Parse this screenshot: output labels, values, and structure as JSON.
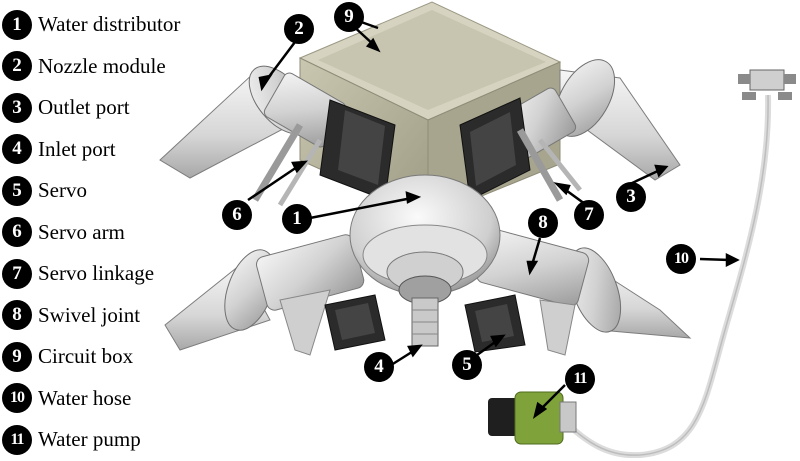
{
  "legend": [
    {
      "num": "1",
      "label": "Water distributor"
    },
    {
      "num": "2",
      "label": "Nozzle module"
    },
    {
      "num": "3",
      "label": "Outlet port"
    },
    {
      "num": "4",
      "label": "Inlet port"
    },
    {
      "num": "5",
      "label": "Servo"
    },
    {
      "num": "6",
      "label": "Servo arm"
    },
    {
      "num": "7",
      "label": "Servo linkage"
    },
    {
      "num": "8",
      "label": "Swivel joint"
    },
    {
      "num": "9",
      "label": "Circuit box"
    },
    {
      "num": "10",
      "label": "Water hose"
    },
    {
      "num": "11",
      "label": "Water pump"
    }
  ],
  "colors": {
    "badge": "#000000",
    "metal": "#d9d9d9",
    "box": "#b5b39a",
    "servo": "#2a2a2a",
    "pump": "#7fa33a",
    "hose": "#e8e8e8"
  }
}
